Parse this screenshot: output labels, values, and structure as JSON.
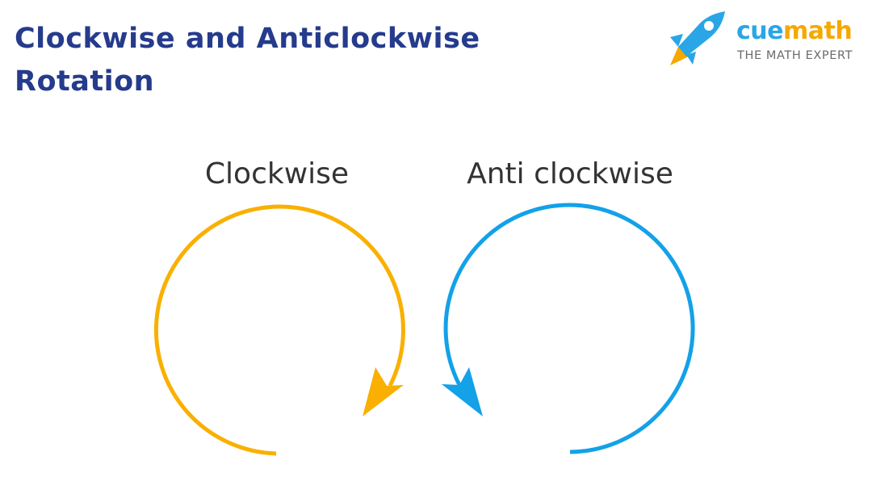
{
  "title": {
    "line1": "Clockwise and Anticlockwise",
    "line2": "Rotation"
  },
  "brand": {
    "name_part1": "cue",
    "name_part2": "math",
    "tagline": "THE MATH EXPERT",
    "icon": "rocket-icon"
  },
  "diagrams": {
    "clockwise_label": "Clockwise",
    "anticlockwise_label": "Anti clockwise"
  },
  "colors": {
    "title": "#253b8c",
    "brand_primary": "#2aa6e6",
    "brand_accent": "#f6a800",
    "tagline": "#6b6b6b",
    "label_text": "#333333",
    "clockwise_arrow": "#f9b000",
    "anticlockwise_arrow": "#13a1e8"
  }
}
